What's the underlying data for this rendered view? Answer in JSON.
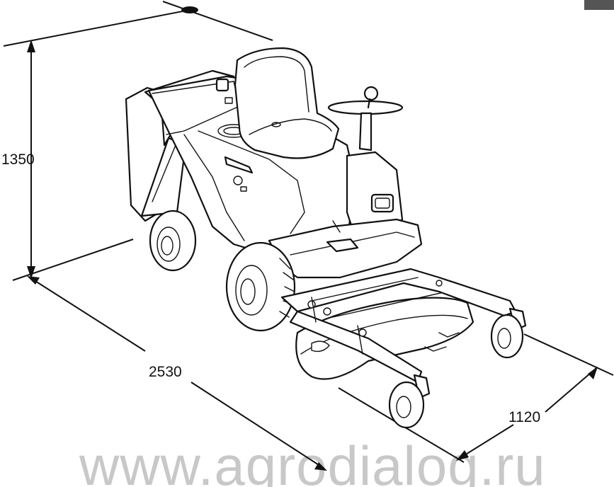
{
  "dimensions": {
    "height": "1350",
    "length": "2530",
    "width": "1120"
  },
  "watermark": "www.agrodialog.ru",
  "colors": {
    "line": "#111111",
    "watermark": "#c8c8c8",
    "corner_tab": "#555555"
  }
}
